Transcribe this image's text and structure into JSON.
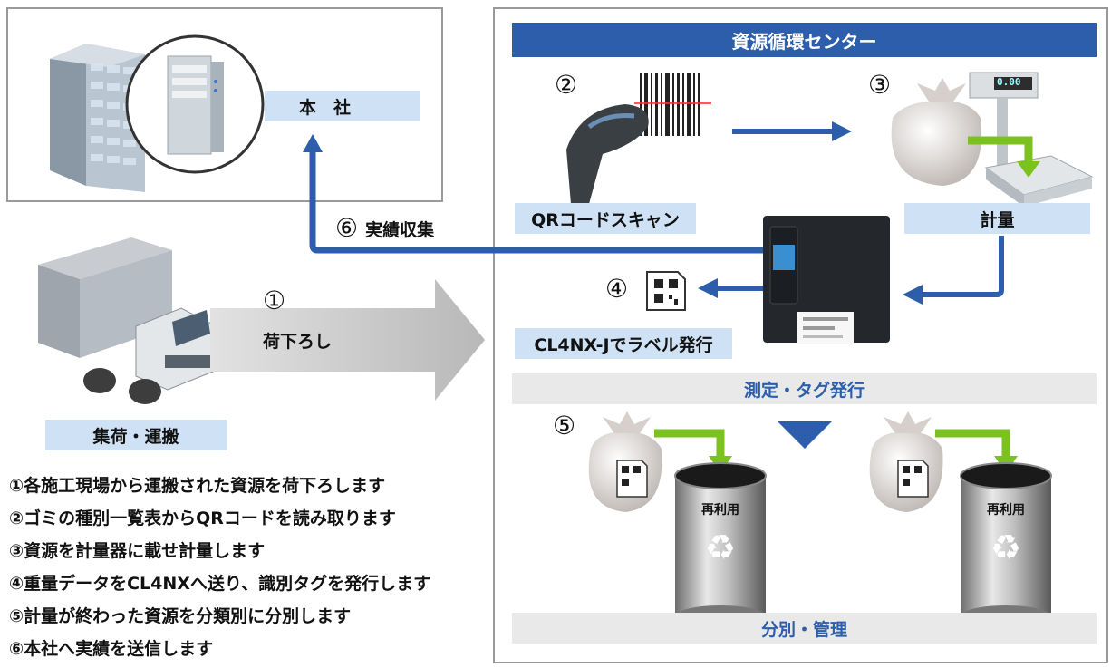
{
  "center": {
    "title": "資源循環センター"
  },
  "hq": {
    "label": "本　社"
  },
  "labels": {
    "qr_scan": "QRコードスキャン",
    "weigh": "計量",
    "print": "CL4NX-Jでラベル発行",
    "truck": "集荷・運搬"
  },
  "bands": {
    "measure": "測定・タグ発行",
    "sort": "分別・管理"
  },
  "flow": {
    "unload": "荷下ろし",
    "collect": "実績収集"
  },
  "markers": {
    "n1": "①",
    "n2": "②",
    "n3": "③",
    "n4": "④",
    "n5": "⑤",
    "n6": "⑥"
  },
  "scale_display": "0.00",
  "bins": {
    "left": "再利用",
    "right": "再利用"
  },
  "steps": [
    "①各施工現場から運搬された資源を荷下ろします",
    "②ゴミの種別一覧表からQRコードを読み取ります",
    "③資源を計量器に載せ計量します",
    "④重量データをCL4NXへ送り、識別タグを発行します",
    "⑤計量が終わった資源を分類別に分別します",
    "⑥本社へ実績を送信します"
  ],
  "colors": {
    "navy": "#2c5eac",
    "light_blue": "#cfe2f5",
    "green": "#7cc21e",
    "gray_band": "#e9e9e9"
  }
}
